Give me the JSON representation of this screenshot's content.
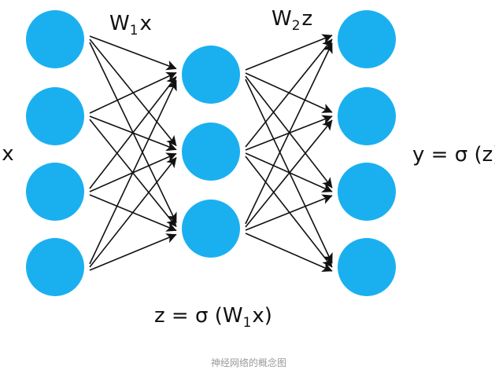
{
  "diagram": {
    "layers": [
      {
        "name": "input",
        "size": 4
      },
      {
        "name": "hidden",
        "size": 3
      },
      {
        "name": "output",
        "size": 4
      }
    ],
    "node_color": "#1AB0F0",
    "edge_color": "#111111",
    "labels": {
      "input": "x",
      "w1": {
        "base": "W",
        "sub": "1",
        "rest": "x"
      },
      "w2": {
        "base": "W",
        "sub": "2",
        "rest": "z"
      },
      "output": "y = σ (z)",
      "hidden": {
        "prefix": "z = σ (W",
        "sub": "1",
        "suffix": "x)"
      }
    },
    "caption": "神经网络的概念图"
  }
}
